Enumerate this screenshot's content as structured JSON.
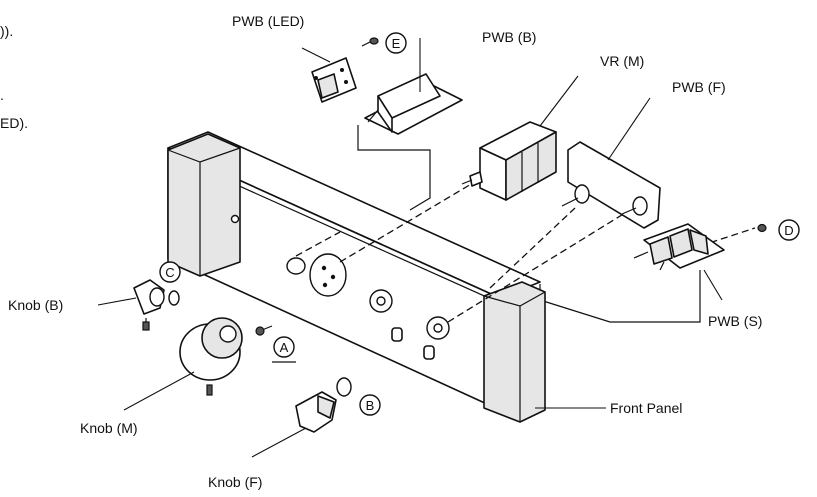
{
  "left_margin_fragments": [
    ")).",
    ".",
    "ED)."
  ],
  "parts": {
    "pwb_led": "PWB (LED)",
    "pwb_b": "PWB (B)",
    "vr_m": "VR (M)",
    "pwb_f": "PWB (F)",
    "pwb_s": "PWB (S)",
    "knob_b": "Knob (B)",
    "knob_m": "Knob (M)",
    "knob_f": "Knob (F)",
    "front_panel": "Front Panel"
  },
  "screw_markers": {
    "a": "A",
    "b": "B",
    "c": "C",
    "d": "D",
    "e": "E"
  }
}
